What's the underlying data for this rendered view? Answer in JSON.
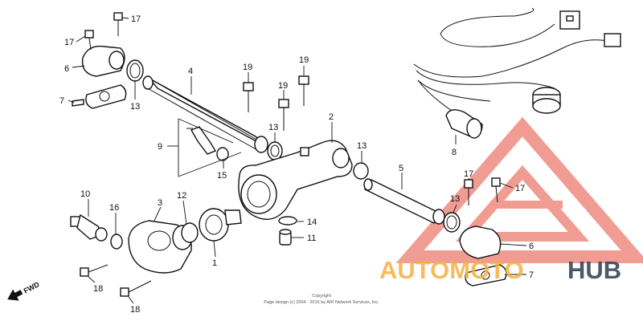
{
  "callouts": {
    "c1": "1",
    "c2": "2",
    "c3": "3",
    "c4": "4",
    "c5": "5",
    "c6a": "6",
    "c6b": "6",
    "c7a": "7",
    "c7b": "7",
    "c8": "8",
    "c9": "9",
    "c10": "10",
    "c11": "11",
    "c12": "12",
    "c13a": "13",
    "c13b": "13",
    "c13c": "13",
    "c13d": "13",
    "c14": "14",
    "c15": "15",
    "c16": "16",
    "c17a": "17",
    "c17b": "17",
    "c17c": "17",
    "c17d": "17",
    "c18a": "18",
    "c18b": "18",
    "c19a": "19",
    "c19b": "19",
    "c19c": "19"
  },
  "fwd_label": "FWD",
  "copyright": {
    "line1": "Copyright",
    "line2": "Page design (c) 2004 - 2016 by ARI Network Services, Inc."
  },
  "watermark": {
    "brand_auto": "AUTOMOTO",
    "brand_hub": "HUB",
    "color_auto": "#f5b041",
    "color_hub": "#2c3e50",
    "color_triangle": "#e74c3c"
  }
}
